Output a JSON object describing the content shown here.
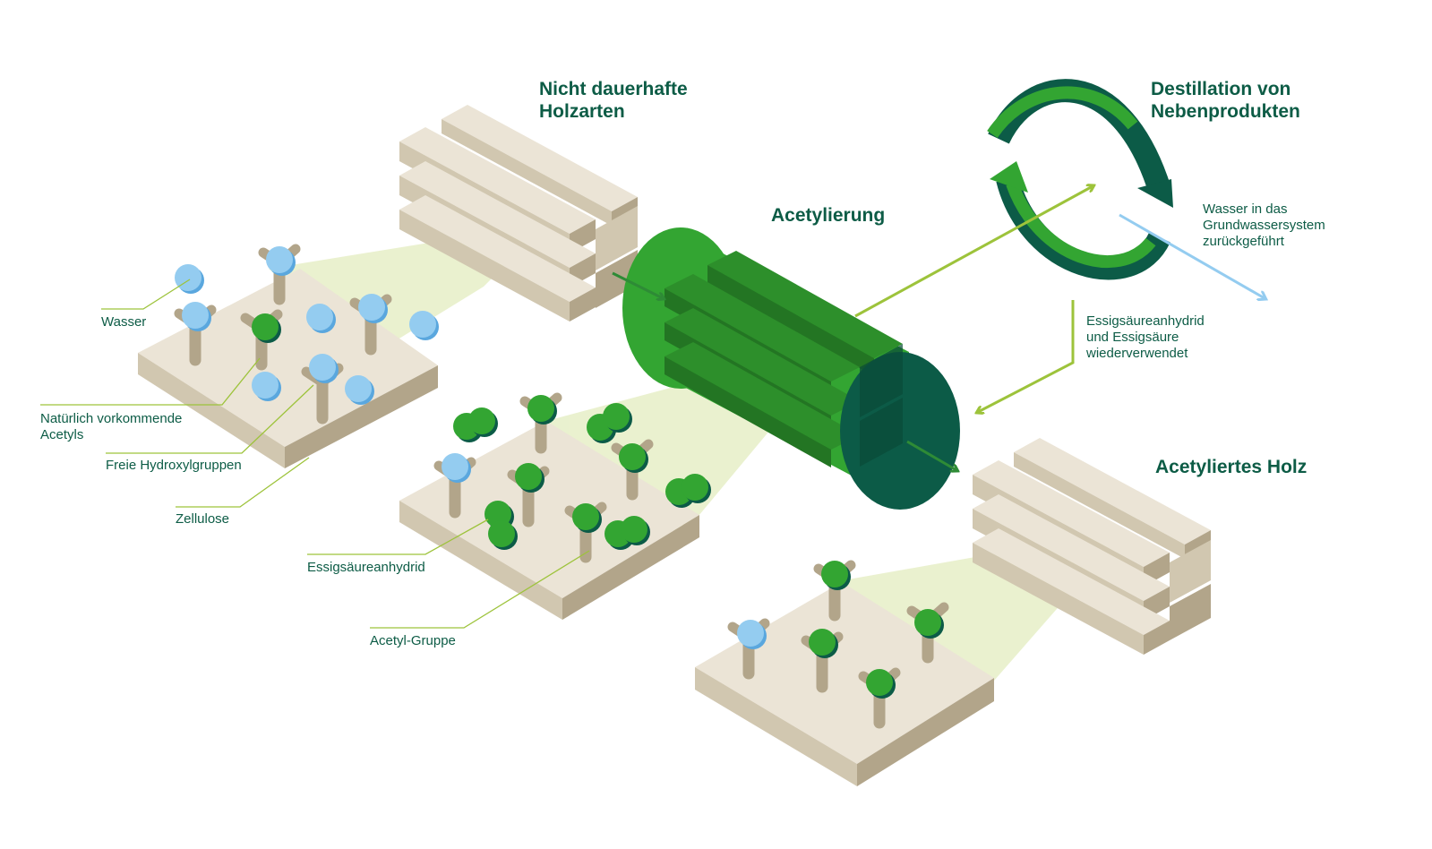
{
  "headings": {
    "non_durable_wood": "Nicht dauerhafte\nHolzarten",
    "acetylation": "Acetylierung",
    "distillation": "Destillation von\nNebenprodukten",
    "acetylated_wood": "Acetyliertes Holz"
  },
  "labels": {
    "water": "Wasser",
    "natural_acetyls": "Natürlich vorkommende\nAcetyls",
    "free_hydroxyl": "Freie Hydroxylgruppen",
    "cellulose": "Zellulose",
    "acetic_anhydride": "Essigsäureanhydrid",
    "acetyl_group": "Acetyl-Gruppe",
    "groundwater": "Wasser in das\nGrundwassersystem\nzurückgeführt",
    "recycled": "Essigsäureanhydrid\nund Essigsäure\nwiederverwendet"
  },
  "colors": {
    "wood_top": "#ebe4d6",
    "wood_left": "#d1c7b0",
    "wood_right": "#b2a58a",
    "green_light": "#33a532",
    "green_dark": "#0c5b47",
    "lime": "#9dc33b",
    "water_blue": "#94ccf0",
    "text": "#0d5c46"
  }
}
